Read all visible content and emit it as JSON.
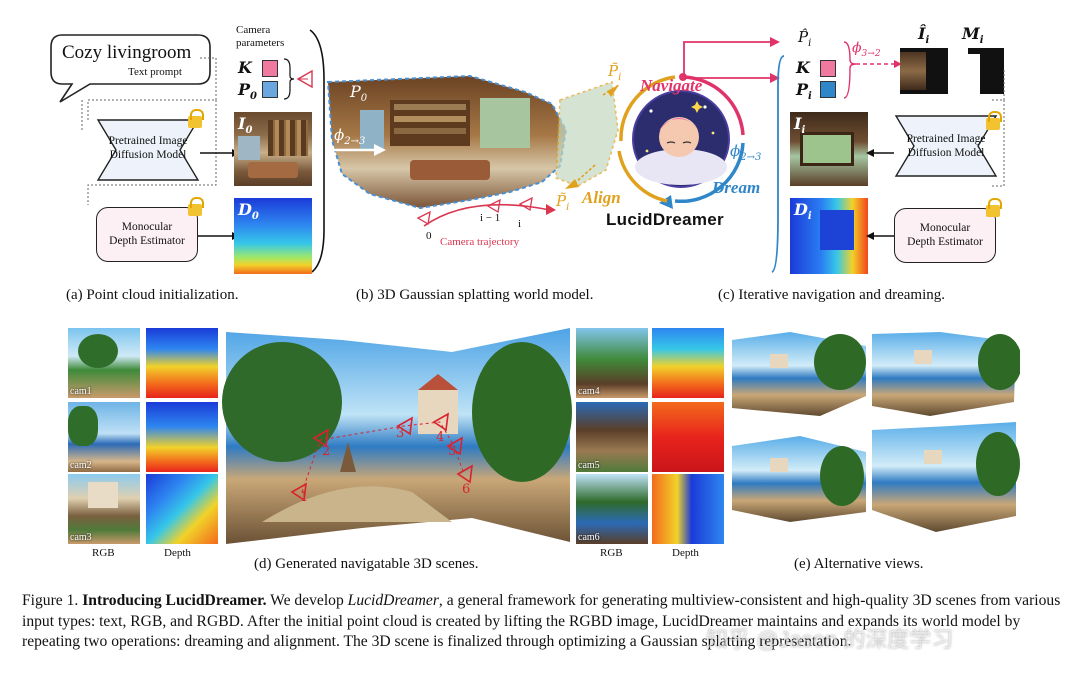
{
  "panel_a": {
    "text_prompt_main": "Cozy livingroom",
    "text_prompt_sub": "Text prompt",
    "camera_params_line1": "Camera",
    "camera_params_line2": "parameters",
    "K_label": "K",
    "P0_label": "P",
    "P0_sub": "0",
    "diffusion_line1": "Pretrained Image",
    "diffusion_line2": "Diffusion Model",
    "depth_line1": "Monocular",
    "depth_line2": "Depth Estimator",
    "I0_label": "I",
    "I0_sub": "0",
    "D0_label": "D",
    "D0_sub": "0",
    "caption": "(a) Point cloud initialization."
  },
  "panel_b": {
    "P0_label": "P",
    "P0_sub": "0",
    "phi_label": "ϕ",
    "phi_sub": "2→3",
    "Pi_tilde_top": "P̃",
    "Pi_tilde_top_sub": "i",
    "Pi_tilde_bottom": "P̃",
    "Pi_tilde_bottom_sub": "i",
    "navigate": "Navigate",
    "align": "Align",
    "dream": "Dream",
    "lucid": "LucidDreamer",
    "traj_0": "0",
    "traj_im1": "i − 1",
    "traj_i": "i",
    "traj_label": "Camera trajectory",
    "phi_right": "ϕ",
    "phi_right_sub": "2→3",
    "caption": "(b) 3D Gaussian splatting world model."
  },
  "panel_c": {
    "Pi_hat": "P̂",
    "Pi_hat_sub": "i",
    "K_label": "K",
    "Pi_label": "P",
    "Pi_sub": "i",
    "phi_label": "ϕ",
    "phi_sub": "3→2",
    "Ii_hat": "Î",
    "Ii_hat_sub": "i",
    "Mi": "M",
    "Mi_sub": "i",
    "Ii_label": "I",
    "Ii_sub": "i",
    "Di_label": "D",
    "Di_sub": "i",
    "diffusion_line1": "Pretrained Image",
    "diffusion_line2": "Diffusion Model",
    "depth_line1": "Monocular",
    "depth_line2": "Depth Estimator",
    "caption": "(c) Iterative navigation and dreaming."
  },
  "panel_d": {
    "cams_left": [
      "cam1",
      "cam2",
      "cam3"
    ],
    "cams_right": [
      "cam4",
      "cam5",
      "cam6"
    ],
    "rgb_left": "RGB",
    "depth_left": "Depth",
    "rgb_right": "RGB",
    "depth_right": "Depth",
    "markers": [
      "1",
      "2",
      "3",
      "4",
      "5",
      "6"
    ],
    "caption": "(d) Generated navigatable 3D scenes."
  },
  "panel_e": {
    "caption": "(e) Alternative views."
  },
  "figure_caption": {
    "prefix": "Figure 1.",
    "title": "Introducing LucidDreamer.",
    "body1": " We develop ",
    "body_italic": "LucidDreamer",
    "body2": ", a general framework for generating multiview-consistent and high-quality 3D scenes from various input types: text, RGB, and RGBD. After the initial point cloud is created by lifting the RGBD image, LucidDreamer maintains and expands its world model by repeating two operations: dreaming and alignment. The 3D scene is finalized through optimizing a Gaussian splatting representation."
  },
  "watermark": "知乎 @Jason 的深度学习",
  "colors": {
    "navigate_red": "#e0336a",
    "dream_blue": "#2f86c9",
    "align_orange": "#e0a21e",
    "trajectory_red": "#d9364f",
    "matrix_pink": "#f07a9f",
    "matrix_blue": "#6aa6e0"
  }
}
